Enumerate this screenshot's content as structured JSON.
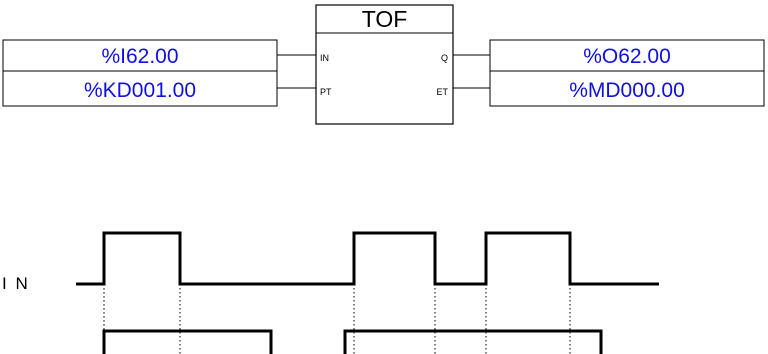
{
  "function_block": {
    "type": "TOF",
    "pins": {
      "in": "IN",
      "pt": "PT",
      "q": "Q",
      "et": "ET"
    }
  },
  "operands": {
    "in": "%I62.00",
    "pt": "%KD001.00",
    "q": "%O62.00",
    "et": "%MD000.00"
  },
  "timing": {
    "signal_label": "I N"
  }
}
